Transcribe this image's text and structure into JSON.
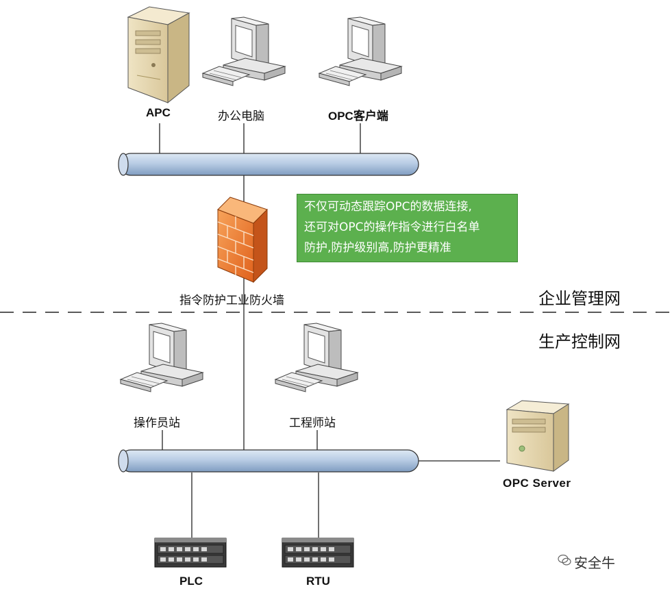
{
  "nodes": {
    "apc": "APC",
    "office_pc": "办公电脑",
    "opc_client": "OPC客户端",
    "firewall": "指令防护工业防火墙",
    "operator_station": "操作员站",
    "engineer_station": "工程师站",
    "opc_server": "OPC Server",
    "plc": "PLC",
    "rtu": "RTU"
  },
  "zones": {
    "enterprise": "企业管理网",
    "production": "生产控制网"
  },
  "callout": {
    "lines": [
      "不仅可动态跟踪OPC的数据连接,",
      "还可对OPC的操作指令进行白名单",
      "防护,防护级别高,防护更精准"
    ],
    "color": "#5cb04e"
  },
  "watermark": "安全牛",
  "colors": {
    "bus": "#b8cce4",
    "firewall": "#f07a2a",
    "callout": "#5cb04e"
  }
}
